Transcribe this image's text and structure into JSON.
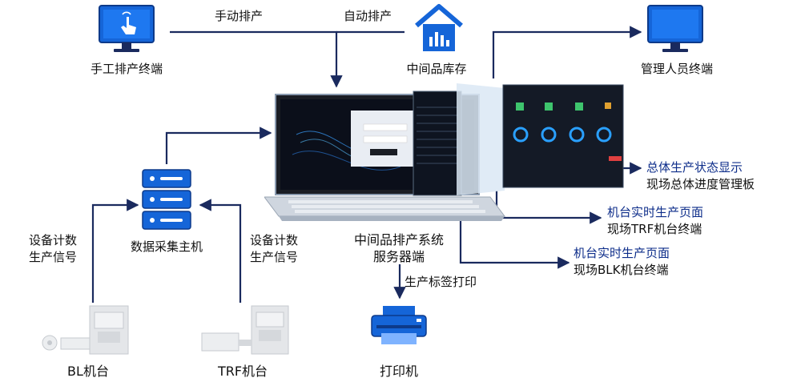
{
  "nodes": {
    "manual_terminal": "手工排产终端",
    "inventory": "中间品库存",
    "manager_terminal": "管理人员终端",
    "server_line1": "中间品排产系统",
    "server_line2": "服务器端",
    "collector": "数据采集主机",
    "bl_machine": "BL机台",
    "trf_machine": "TRF机台",
    "printer": "打印机"
  },
  "edges": {
    "manual_schedule": "手动排产",
    "auto_schedule": "自动排产",
    "left_signal_line1": "设备计数",
    "left_signal_line2": "生产信号",
    "right_signal_line1": "设备计数",
    "right_signal_line2": "生产信号",
    "label_print": "生产标签打印"
  },
  "outputs": {
    "overall_title": "总体生产状态显示",
    "overall_sub": "现场总体进度管理板",
    "trf_title": "机台实时生产页面",
    "trf_sub": "现场TRF机台终端",
    "blk_title": "机台实时生产页面",
    "blk_sub": "现场BLK机台终端"
  },
  "colors": {
    "line": "#1a2a5e",
    "accent": "#1565d8",
    "title_blue": "#0d2d8a"
  }
}
